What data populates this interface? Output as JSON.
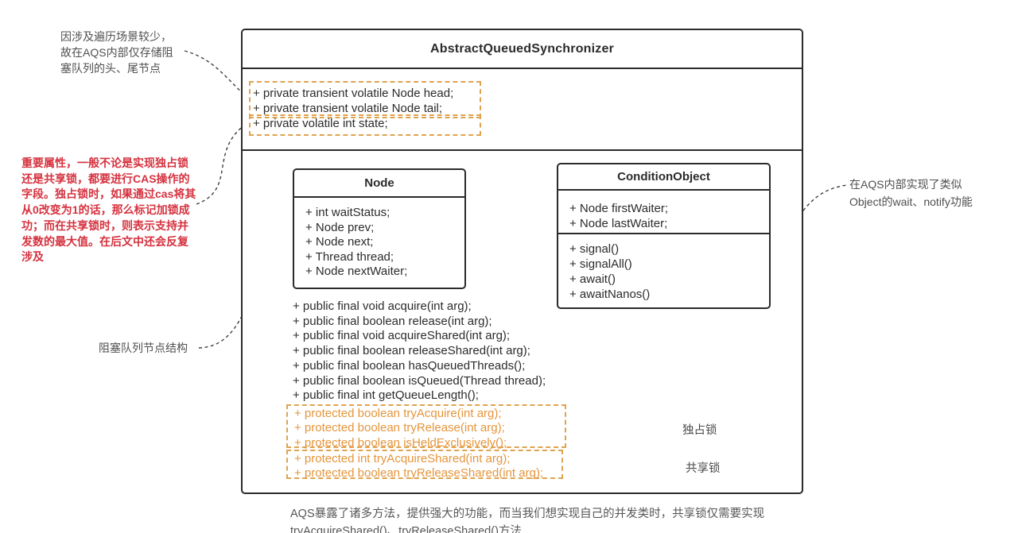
{
  "colors": {
    "ink": "#2b2b2b",
    "accent_orange_border": "#e0a24e",
    "accent_orange_text": "#e5953b",
    "annotation_red": "#d5323f",
    "annotation_gray": "#4f4f4f"
  },
  "aqs": {
    "title": "AbstractQueuedSynchronizer",
    "fields": [
      "+ private transient volatile Node head;",
      "+ private transient volatile Node tail;",
      "+ private volatile int state;"
    ],
    "methods": [
      "+ public final void acquire(int arg);",
      "+ public final boolean release(int arg);",
      "+ public final void acquireShared(int arg);",
      "+ public final boolean releaseShared(int arg);",
      "+ public final boolean hasQueuedThreads();",
      "+ public final boolean isQueued(Thread thread);",
      "+ public final int getQueueLength();"
    ],
    "exclusive_methods": [
      "+ protected boolean tryAcquire(int arg);",
      "+ protected boolean tryRelease(int arg);",
      "+ protected boolean isHeldExclusively();"
    ],
    "shared_methods": [
      "+ protected int tryAcquireShared(int arg);",
      "+ protected boolean tryReleaseShared(int arg);"
    ]
  },
  "node_class": {
    "title": "Node",
    "fields": [
      "+ int waitStatus;",
      "+ Node prev;",
      "+ Node next;",
      "+ Thread thread;",
      "+ Node nextWaiter;"
    ]
  },
  "condition_class": {
    "title": "ConditionObject",
    "fields": [
      "+ Node firstWaiter;",
      "+ Node lastWaiter;"
    ],
    "methods": [
      "+ signal()",
      "+ signalAll()",
      "+ await()",
      "+ awaitNanos()"
    ]
  },
  "annotations": {
    "head_tail_note": "因涉及遍历场景较少，\n故在AQS内部仅存储阻\n塞队列的头、尾节点",
    "state_note": "重要属性，一般不论是实现独占锁\n还是共享锁，都要进行CAS操作的\n字段。独占锁时，如果通过cas将其\n从0改变为1的话，那么标记加锁成\n功；而在共享锁时，则表示支持并\n发数的最大值。在后文中还会反复\n涉及",
    "node_note": "阻塞队列节点结构",
    "condition_note": "在AQS内部实现了类似\nObject的wait、notify功能",
    "exclusive_label": "独占锁",
    "shared_label": "共享锁",
    "bottom_caption": "AQS暴露了诸多方法，提供强大的功能，而当我们想实现自己的并发类时，共享锁仅需要实现\ntryAcquireShared()、tryReleaseShared()方法"
  }
}
